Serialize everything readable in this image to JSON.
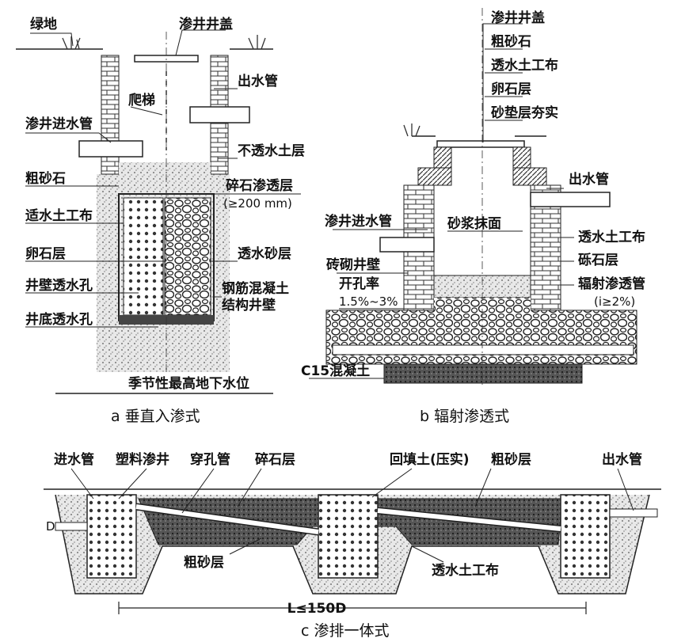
{
  "panel_a": {
    "caption": "a  垂直入渗式",
    "labels": {
      "green_land": "绿地",
      "well_cover": "渗井井盖",
      "outlet_pipe": "出水管",
      "ladder": "爬梯",
      "inlet_pipe": "渗井进水管",
      "impermeable_soil": "不透水土层",
      "coarse_sand": "粗砂石",
      "gravel_layer": "碎石渗透层",
      "gravel_layer_note": "(≥200 mm)",
      "geotextile": "适水土工布",
      "pebble_layer": "卵石层",
      "permeable_sand": "透水砂层",
      "wall_holes": "井壁透水孔",
      "rc_wall_1": "钢筋混凝土",
      "rc_wall_2": "结构井壁",
      "bottom_holes": "井底透水孔",
      "groundwater": "季节性最高地下水位"
    }
  },
  "panel_b": {
    "caption": "b  辐射渗透式",
    "labels": {
      "well_cover": "渗井井盖",
      "coarse_sand": "粗砂石",
      "geotextile": "透水土工布",
      "pebble_layer": "卵石层",
      "sand_cushion": "砂垫层夯实",
      "outlet_pipe": "出水管",
      "inlet_pipe": "渗井进水管",
      "mortar": "砂浆抹面",
      "geotextile_2": "透水土工布",
      "brick_wall": "砖砌井壁",
      "gravel": "砾石层",
      "open_rate": "开孔率",
      "open_rate_val": "1.5%~3%",
      "radial_pipe": "辐射渗透管",
      "slope": "(i≥2%)",
      "concrete": "C15混凝土"
    }
  },
  "panel_c": {
    "caption": "c  渗排一体式",
    "labels": {
      "inlet_pipe": "进水管",
      "plastic_well": "塑料渗井",
      "perforated_pipe": "穿孔管",
      "gravel_layer": "碎石层",
      "backfill": "回填土(压实)",
      "coarse_sand": "粗砂层",
      "outlet_pipe": "出水管",
      "diameter": "D",
      "coarse_sand_2": "粗砂层",
      "geotextile": "透水土工布",
      "spacing": "L≤150D"
    }
  }
}
